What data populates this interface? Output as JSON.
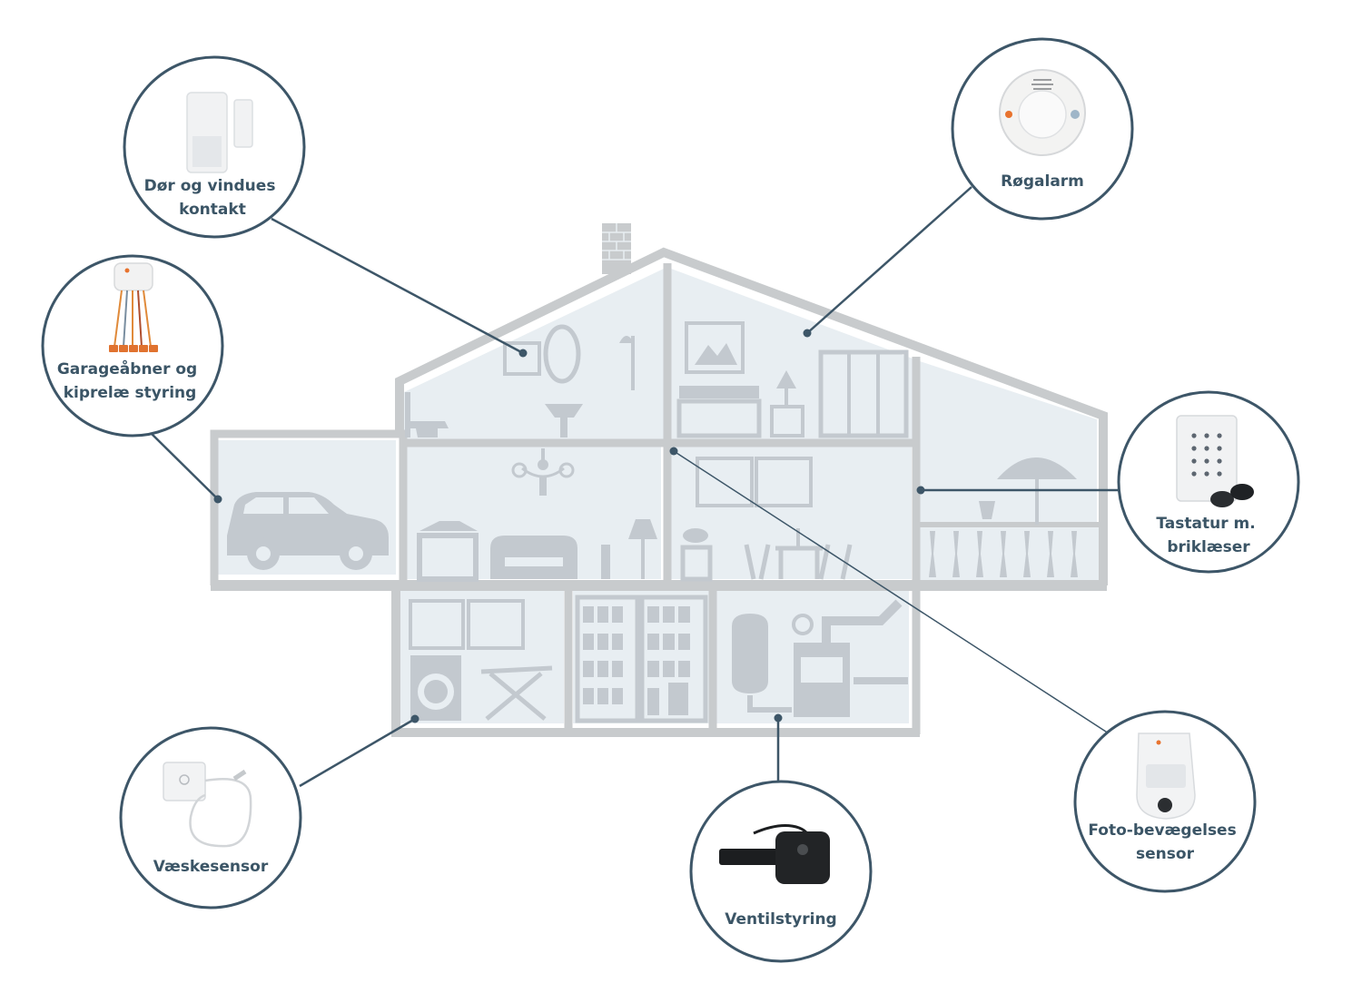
{
  "colors": {
    "outline": "#3d5668",
    "house_wall": "#c8cbcd",
    "house_fill": "#e8eef2",
    "furniture": "#c3c9cf"
  },
  "devices": [
    {
      "id": "door",
      "icon": "door-window-sensor-icon",
      "lines": [
        "Dør og vindues",
        "kontakt"
      ]
    },
    {
      "id": "smoke",
      "icon": "smoke-alarm-icon",
      "lines": [
        "Røgalarm"
      ]
    },
    {
      "id": "garage",
      "icon": "relay-module-icon",
      "lines": [
        "Garageåbner og",
        "kiprelæ styring"
      ]
    },
    {
      "id": "keypad",
      "icon": "keypad-icon",
      "lines": [
        "Tastatur m.",
        "briklæser"
      ]
    },
    {
      "id": "water",
      "icon": "water-sensor-icon",
      "lines": [
        "Væskesensor"
      ]
    },
    {
      "id": "valve",
      "icon": "valve-controller-icon",
      "lines": [
        "Ventilstyring"
      ]
    },
    {
      "id": "pir",
      "icon": "photo-motion-sensor-icon",
      "lines": [
        "Foto-bevægelses",
        "sensor"
      ]
    }
  ]
}
